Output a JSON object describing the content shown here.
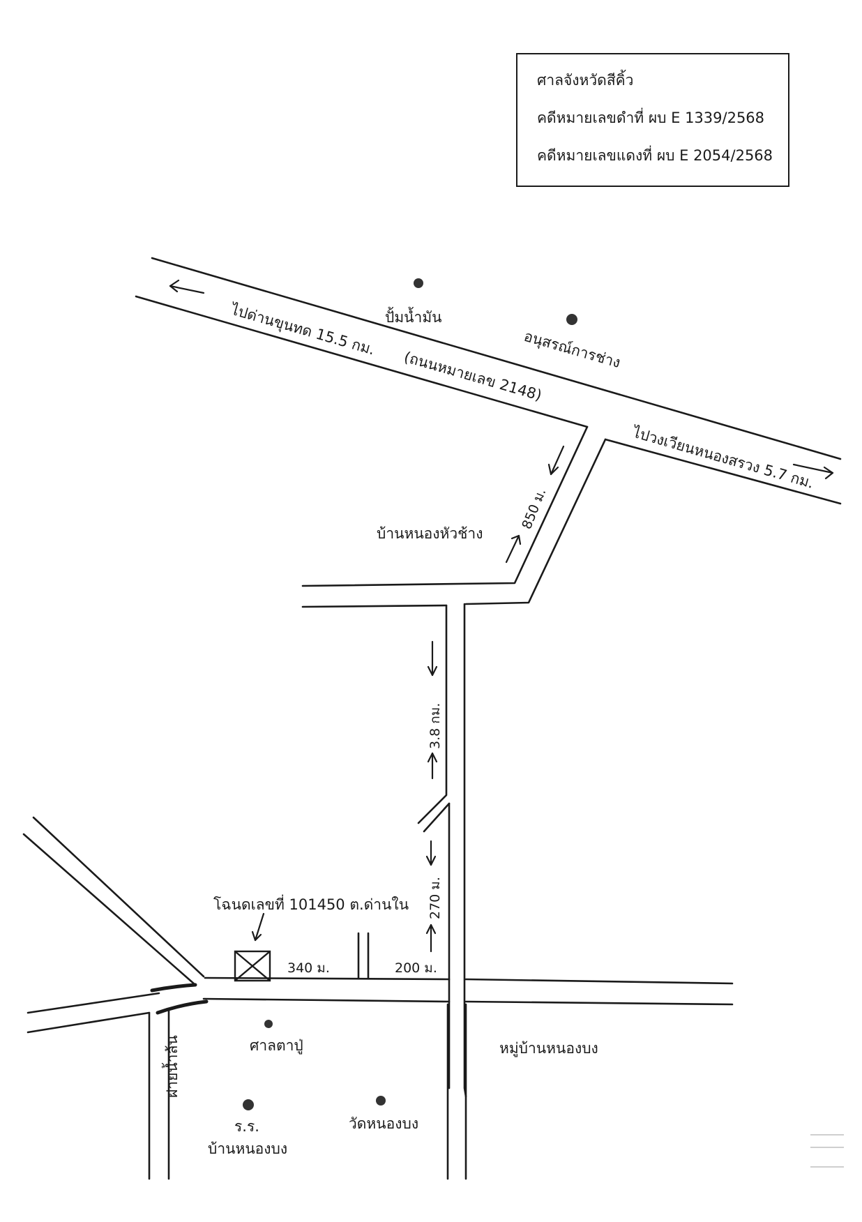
{
  "case_box": {
    "court": "ศาลจังหวัดสีคิ้ว",
    "black_case": "คดีหมายเลขดำที่ ผบ E 1339/2568",
    "red_case": "คดีหมายเลขแดงที่ ผบ E 2054/2568"
  },
  "highway": {
    "to_west": "ไปด่านขุนทด 15.5 กม.",
    "road_number": "(ถนนหมายเลข 2148)",
    "to_east": "ไปวงเวียนหนองสรวง 5.7 กม."
  },
  "distances": {
    "d850": "850 ม.",
    "d38": "3.8 กม.",
    "d270": "270 ม.",
    "d340": "340 ม.",
    "d200": "200 ม."
  },
  "places": {
    "gas_station": "ปั้มน้ำมัน",
    "elephant_memorial": "อนุสรณ์การช่าง",
    "ban_nong_hua_chang": "บ้านหนองหัวช้าง",
    "land_title": "โฉนดเลขที่ 101450 ต.ด่านใน",
    "shrine": "ศาลตาปู่",
    "weir": "ฝายน้ำล้น",
    "school_line1": "ร.ร.",
    "school_line2": "บ้านหนองบง",
    "temple": "วัดหนองบง",
    "village": "หมู่บ้านหนองบง"
  }
}
